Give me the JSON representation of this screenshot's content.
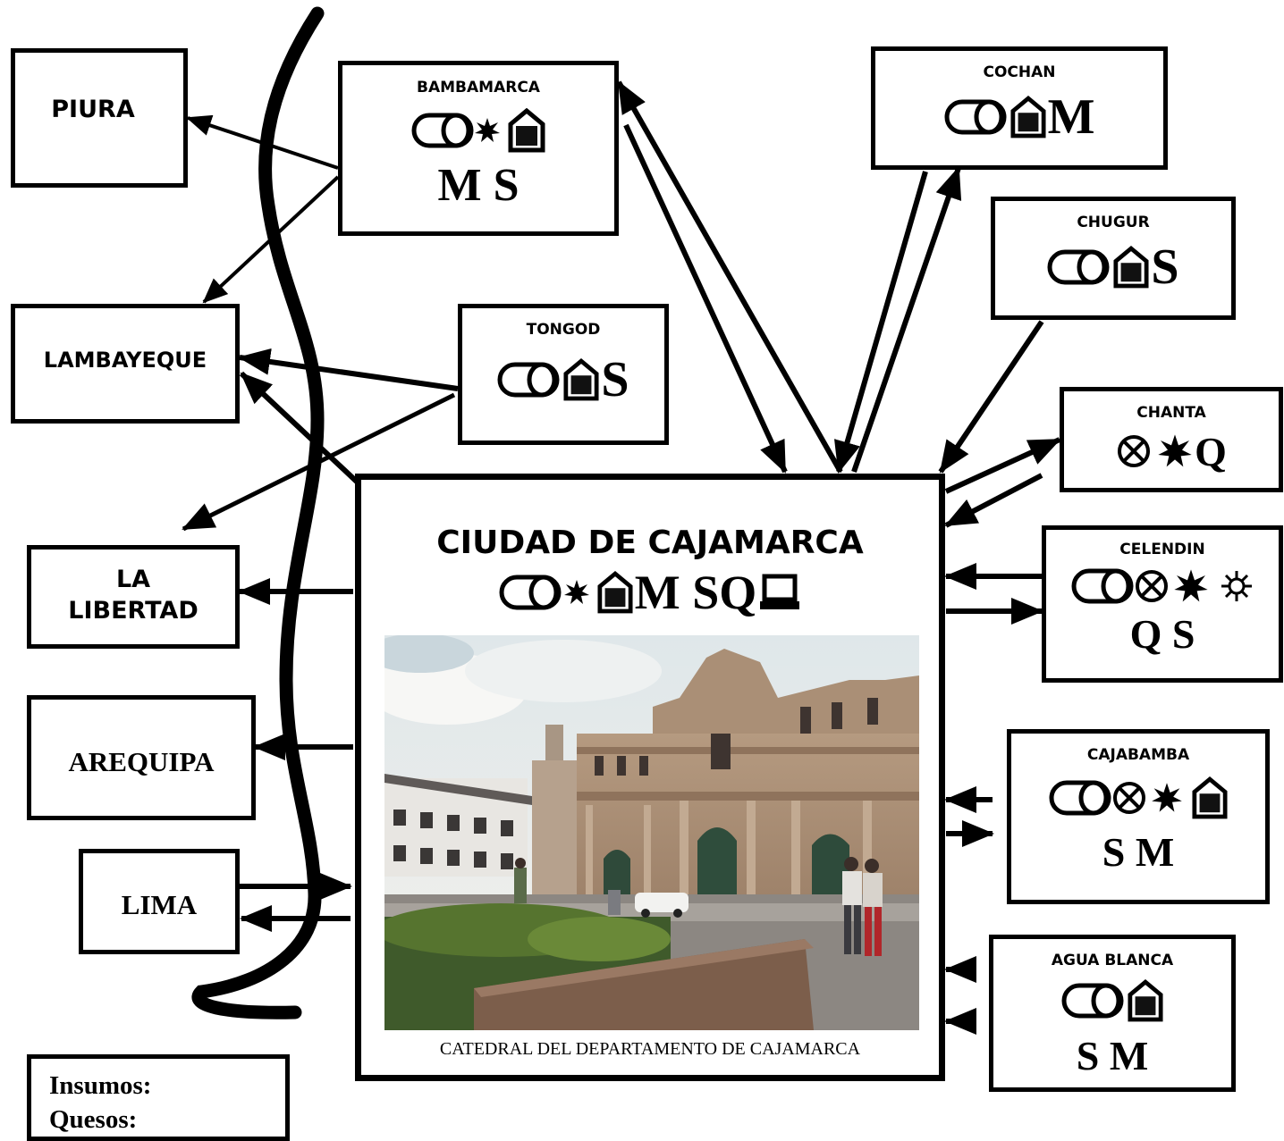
{
  "center": {
    "title": "CIUDAD DE CAJAMARCA",
    "letters": "M SQ",
    "icons": [
      "cylinder-icon",
      "small-star-icon",
      "house-icon",
      "laptop-icon"
    ],
    "photo_caption": "CATEDRAL DEL DEPARTAMENTO DE CAJAMARCA"
  },
  "destinations": {
    "piura": "PIURA",
    "lambayeque": "LAMBAYEQUE",
    "la_libertad_1": "LA",
    "la_libertad_2": "LIBERTAD",
    "arequipa": "AREQUIPA",
    "lima": "LIMA"
  },
  "districts": {
    "bambamarca": {
      "name": "BAMBAMARCA",
      "letters": "M S",
      "icons": [
        "cylinder-icon",
        "small-star-icon",
        "house-icon"
      ]
    },
    "tongod": {
      "name": "TONGOD",
      "letters": "S",
      "icons": [
        "cylinder-icon",
        "house-icon"
      ]
    },
    "cochan": {
      "name": "COCHAN",
      "letters": "M",
      "icons": [
        "cylinder-icon",
        "house-icon"
      ]
    },
    "chugur": {
      "name": "CHUGUR",
      "letters": "S",
      "icons": [
        "cylinder-icon",
        "house-icon"
      ]
    },
    "chanta": {
      "name": "CHANTA",
      "letters": "Q",
      "icons": [
        "circle-x-icon",
        "star-icon"
      ]
    },
    "celendin": {
      "name": "CELENDIN",
      "letters": "Q S",
      "icons": [
        "cylinder-icon",
        "circle-x-icon",
        "star-icon",
        "sun-icon"
      ]
    },
    "cajabamba": {
      "name": "CAJABAMBA",
      "letters": "S M",
      "icons": [
        "cylinder-icon",
        "circle-x-icon",
        "star-icon",
        "house-icon"
      ]
    },
    "agua_blanca": {
      "name": "AGUA BLANCA",
      "letters": "S M",
      "icons": [
        "cylinder-icon",
        "house-icon"
      ]
    }
  },
  "legend": {
    "insumos": "Insumos:",
    "quesos": "Quesos:"
  },
  "colors": {
    "ink": "#000000",
    "background": "#ffffff"
  }
}
